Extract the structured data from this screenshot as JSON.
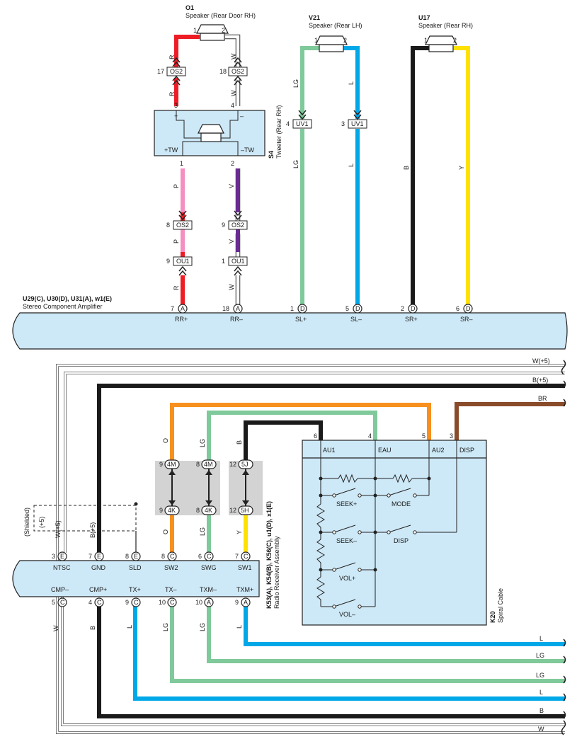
{
  "colors": {
    "R": "#ee1c25",
    "W": "#ffffff",
    "P": "#f48fbf",
    "V": "#6a2c91",
    "LG": "#7fc99a",
    "L": "#00a8e8",
    "B": "#1a1a1a",
    "Y": "#ffe100",
    "O": "#f7901e",
    "BR": "#8a4b2a",
    "body": "#cde8f6",
    "shade": "#d3d3d3"
  },
  "components": {
    "o1": {
      "code": "O1",
      "name": "Speaker (Rear Door RH)"
    },
    "v21": {
      "code": "V21",
      "name": "Speaker (Rear LH)"
    },
    "u17": {
      "code": "U17",
      "name": "Speaker (Rear RH)"
    },
    "s4": {
      "code": "S4",
      "name": "Tweeter (Rear RH)"
    },
    "amp": {
      "code": "U29(C), U30(D), U31(A), w1(E)",
      "name": "Stereo Component Amplifier"
    },
    "radio": {
      "code": "K53(A), K54(B), K56(C), u1(D), x1(E)",
      "name": "Radio Receiver Assembly"
    },
    "k20": {
      "code": "K20",
      "name": "Spiral Cable"
    }
  },
  "pins": {
    "o1_1": "1",
    "o1_2": "2",
    "v21_1": "1",
    "v21_2": "2",
    "u17_1": "1",
    "u17_2": "2",
    "s4_3": "3",
    "s4_4": "4",
    "s4_1": "1",
    "s4_2": "2",
    "s4_plus": "+",
    "s4_minus": "–",
    "s4_ptw": "+TW",
    "s4_mtw": "–TW",
    "os2_17": "17",
    "os2_18": "18",
    "os2_8": "8",
    "os2_9": "9",
    "ou1_9": "9",
    "ou1_1": "1",
    "uv1_4": "4",
    "uv1_3": "3",
    "amp_rrp": "7",
    "amp_rrm": "18",
    "amp_slp": "1",
    "amp_slm": "5",
    "amp_srp": "2",
    "amp_srm": "6",
    "r_ntsc": "3",
    "r_gnd": "7",
    "r_sld": "8",
    "r_sw2": "8",
    "r_swg": "6",
    "r_sw1": "7",
    "r_cmpm": "5",
    "r_cmpp": "4",
    "r_txp": "9",
    "r_txm": "10",
    "r_txmm": "10",
    "r_txmp": "9",
    "c4m_a": "9",
    "c4m_b": "8",
    "c5j": "12",
    "c4k_a": "9",
    "c4k_b": "8",
    "c5h": "12",
    "k20_6": "6",
    "k20_4": "4",
    "k20_5": "5",
    "k20_3": "3"
  },
  "letters": {
    "A": "A",
    "D": "D",
    "E": "E",
    "C": "C",
    "OS2": "OS2",
    "OU1": "OU1",
    "UV1": "UV1",
    "4M": "4M",
    "5J": "5J",
    "4K": "4K",
    "5H": "5H"
  },
  "terminals": {
    "rr_plus": "RR+",
    "rr_minus": "RR–",
    "sl_plus": "SL+",
    "sl_minus": "SL–",
    "sr_plus": "SR+",
    "sr_minus": "SR–",
    "ntsc": "NTSC",
    "gnd": "GND",
    "sld": "SLD",
    "sw2": "SW2",
    "swg": "SWG",
    "sw1": "SW1",
    "cmp_minus": "CMP–",
    "cmp_plus": "CMP+",
    "tx_plus": "TX+",
    "tx_minus": "TX–",
    "txm_minus": "TXM–",
    "txm_plus": "TXM+",
    "au1": "AU1",
    "eau": "EAU",
    "au2": "AU2",
    "disp": "DISP"
  },
  "switches": {
    "seek_plus": "SEEK+",
    "seek_minus": "SEEK–",
    "mode": "MODE",
    "disp": "DISP",
    "vol_plus": "VOL+",
    "vol_minus": "VOL–"
  },
  "wire_labels": {
    "R": "R",
    "W": "W",
    "P": "P",
    "V": "V",
    "LG": "LG",
    "L": "L",
    "B": "B",
    "Y": "Y",
    "O": "O",
    "BR": "BR",
    "W5": "W(+5)",
    "B5": "B(+5)",
    "shielded": "(Shielded)",
    "p5": "(+5)"
  }
}
